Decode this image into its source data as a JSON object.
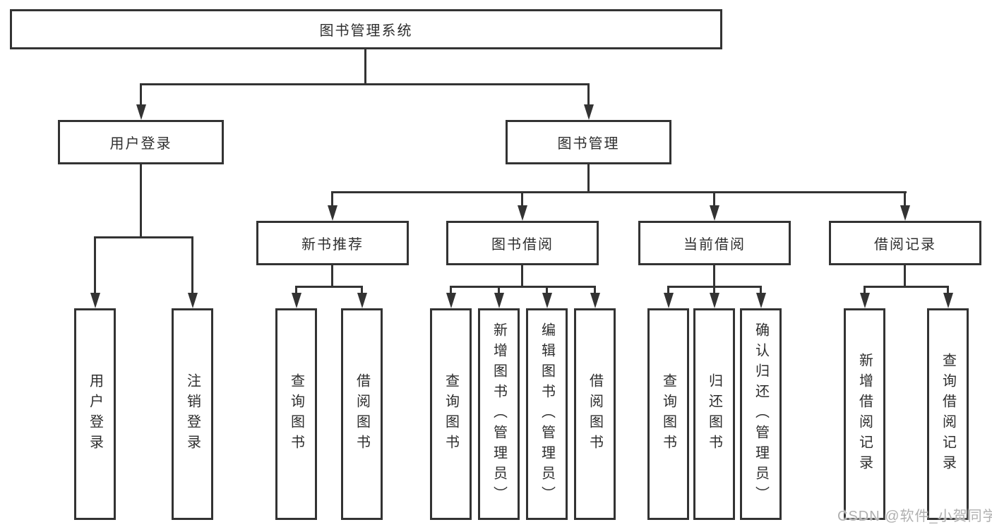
{
  "diagram": {
    "root": {
      "label": "图书管理系统"
    },
    "level2": {
      "user_login": {
        "label": "用户登录"
      },
      "book_mgmt": {
        "label": "图书管理"
      }
    },
    "level3": {
      "new_book_rec": {
        "label": "新书推荐"
      },
      "book_borrow": {
        "label": "图书借阅"
      },
      "current_borrow": {
        "label": "当前借阅"
      },
      "borrow_record": {
        "label": "借阅记录"
      }
    },
    "leaves": {
      "user_login_leaf": {
        "label": "用户登录"
      },
      "logout_leaf": {
        "label": "注销登录"
      },
      "nb_query_books": {
        "label": "查询图书"
      },
      "nb_borrow_books": {
        "label": "借阅图书"
      },
      "bb_query_books": {
        "label": "查询图书"
      },
      "bb_add_books": {
        "label": "新增图书（管理员）"
      },
      "bb_edit_books": {
        "label": "编辑图书（管理员）"
      },
      "bb_borrow_books": {
        "label": "借阅图书"
      },
      "cb_query_books": {
        "label": "查询图书"
      },
      "cb_return_books": {
        "label": "归还图书"
      },
      "cb_confirm_return": {
        "label": "确认归还（管理员）"
      },
      "br_add_record": {
        "label": "新增借阅记录"
      },
      "br_query_record": {
        "label": "查询借阅记录"
      }
    }
  },
  "watermark": {
    "text": "CSDN @软件_小贺同学"
  },
  "colors": {
    "background": "#ffffff",
    "line": "#333333",
    "border": "#333333",
    "text": "#2e2e2e",
    "watermark": "#b0b0b0"
  }
}
